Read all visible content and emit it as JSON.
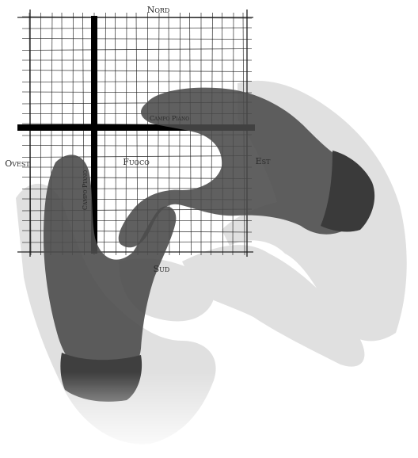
{
  "compass": {
    "north": "Nord",
    "south": "Sud",
    "east": "Est",
    "west": "Ovest",
    "center": "Fuoco",
    "horizontal_axis": "Campo Piano",
    "vertical_axis": "Campo Piano"
  },
  "colors": {
    "background": "#ffffff",
    "grid": "#1a1a1a",
    "focus_cross": "#000000",
    "hand_front": "#4d4d4d",
    "hand_ghost": "#cfcfcf"
  }
}
